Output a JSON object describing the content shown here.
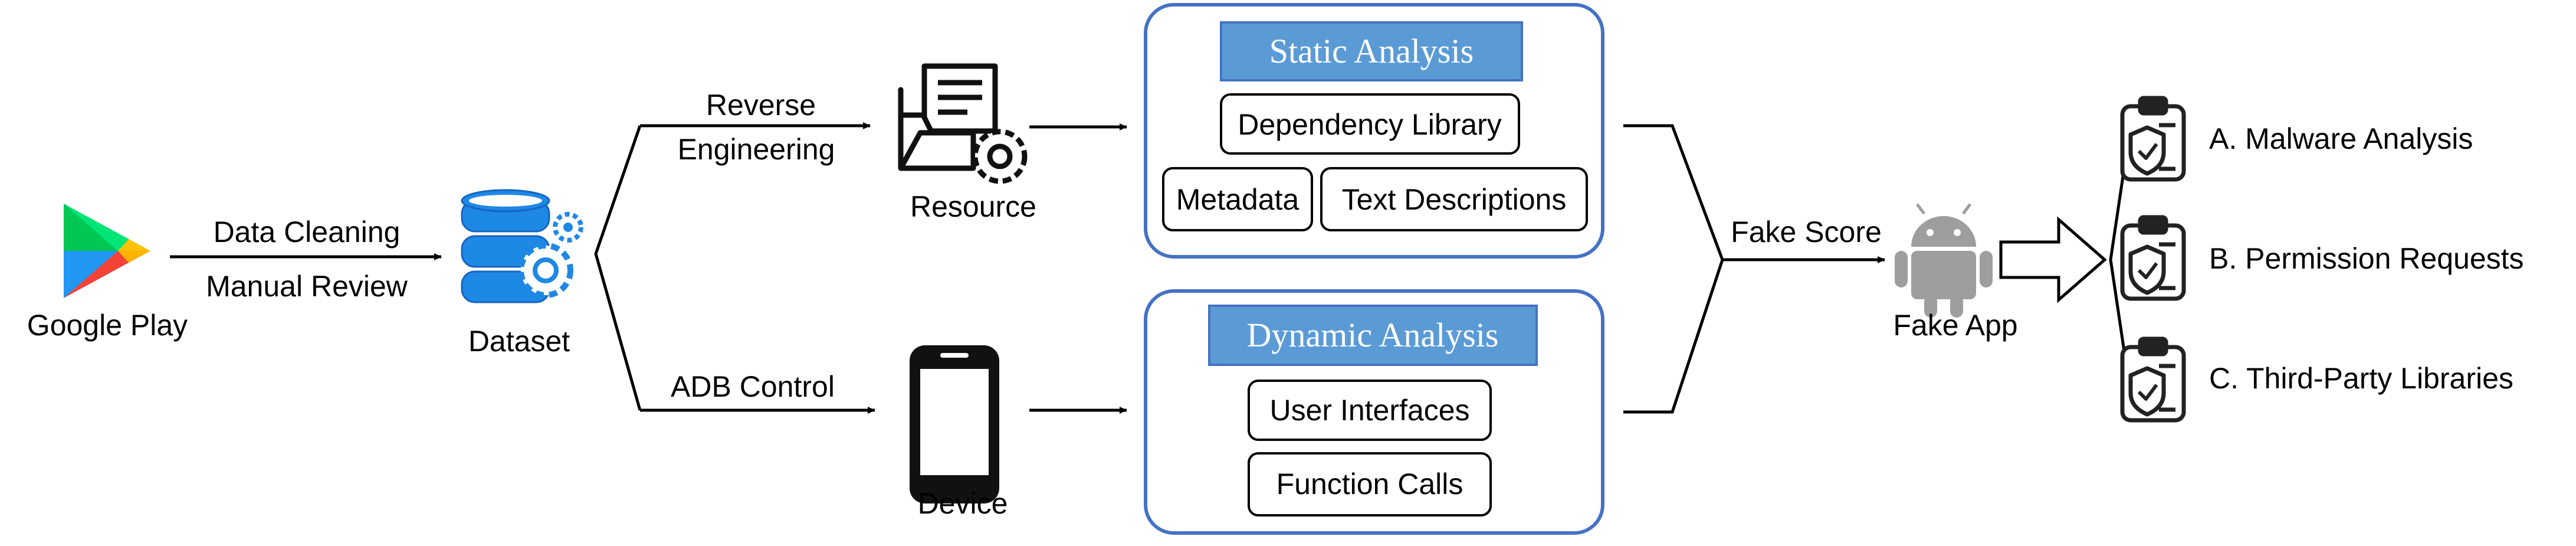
{
  "source": {
    "label": "Google Play",
    "icon": "google-play-icon",
    "edge_label_top": "Data Cleaning",
    "edge_label_bottom": "Manual Review"
  },
  "dataset": {
    "label": "Dataset",
    "icon": "database-gear-icon"
  },
  "branch_static": {
    "edge_label_line1": "Reverse",
    "edge_label_line2": "Engineering",
    "node_label": "Resource",
    "icon": "folder-gear-icon",
    "panel": {
      "title": "Static Analysis",
      "items": [
        "Dependency Library",
        "Metadata",
        "Text Descriptions"
      ]
    }
  },
  "branch_dynamic": {
    "edge_label": "ADB Control",
    "node_label": "Device",
    "icon": "smartphone-icon",
    "panel": {
      "title": "Dynamic Analysis",
      "items": [
        "User Interfaces",
        "Function Calls"
      ]
    }
  },
  "merge": {
    "edge_label": "Fake Score",
    "node_label": "Fake App",
    "icon": "android-icon"
  },
  "outputs": {
    "icon": "clipboard-shield-icon",
    "items": [
      "A. Malware Analysis",
      "B. Permission Requests",
      "C. Third-Party Libraries"
    ]
  },
  "colors": {
    "panel_border": "#4472C4",
    "panel_title_fill": "#5B9BD5",
    "accent_blue": "#1E88E5",
    "android_gray": "#9E9E9E"
  }
}
